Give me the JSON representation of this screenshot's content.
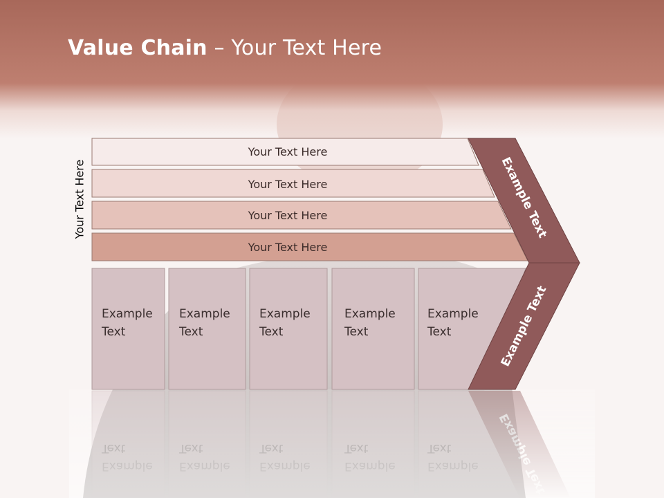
{
  "title": {
    "bold": "Value Chain",
    "rest": " – Your Text Here"
  },
  "side_label": "Your Text Here",
  "bars": [
    {
      "label": "Your Text Here",
      "color": "#f6ebea"
    },
    {
      "label": "Your Text Here",
      "color": "#efd8d4"
    },
    {
      "label": "Your Text Here",
      "color": "#e5c2ba"
    },
    {
      "label": "Your Text Here",
      "color": "#d3a092"
    }
  ],
  "columns": [
    {
      "line1": "Example",
      "line2": "Text"
    },
    {
      "line1": "Example",
      "line2": "Text"
    },
    {
      "line1": "Example",
      "line2": "Text"
    },
    {
      "line1": "Example",
      "line2": "Text"
    },
    {
      "line1": "Example",
      "line2": "Text"
    }
  ],
  "arrow": {
    "top_label": "Example Text",
    "bottom_label": "Example Text",
    "color": "#905a5a"
  },
  "colors": {
    "header": "#be7f70",
    "column_fill": "#d5c1c4",
    "background": "#f9f4f3"
  }
}
